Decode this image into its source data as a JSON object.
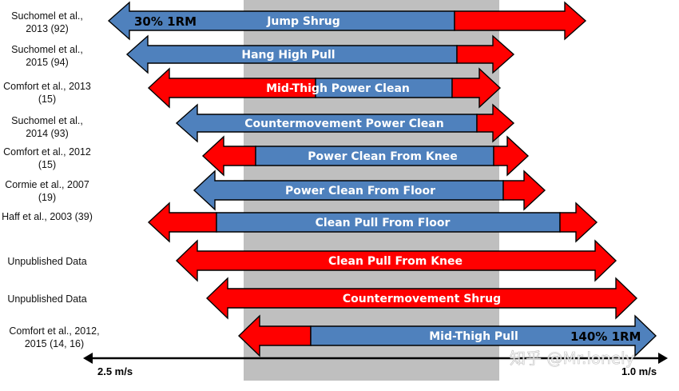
{
  "diagram": {
    "colors": {
      "blue": "#4f81bd",
      "red": "#ff0000",
      "band": "#bfbfbf",
      "outline": "#000000",
      "text_on_bar": "#ffffff"
    },
    "axis": {
      "left_label": "2.5 m/s",
      "right_label": "1.0 m/s"
    },
    "rows": [
      {
        "ref": "Suchomel et al., 2013 (92)",
        "exercise": "Jump Shrug",
        "note_left": "30% 1RM"
      },
      {
        "ref": "Suchomel et al., 2015 (94)",
        "exercise": "Hang High Pull"
      },
      {
        "ref": "Comfort et al., 2013 (15)",
        "exercise": "Mid-Thigh Power Clean"
      },
      {
        "ref": "Suchomel et al., 2014 (93)",
        "exercise": "Countermovement Power Clean"
      },
      {
        "ref": "Comfort et al., 2012 (15)",
        "exercise": "Power Clean From Knee"
      },
      {
        "ref": "Cormie et al., 2007 (19)",
        "exercise": "Power Clean From Floor"
      },
      {
        "ref": "Haff et al., 2003 (39)",
        "exercise": "Clean Pull From Floor"
      },
      {
        "ref": "Unpublished Data",
        "exercise": "Clean Pull From Knee"
      },
      {
        "ref": "Unpublished Data",
        "exercise": "Countermovement Shrug"
      },
      {
        "ref": "Comfort et al., 2012, 2015 (14, 16)",
        "exercise": "Mid-Thigh Pull",
        "note_right": "140% 1RM"
      }
    ],
    "watermark": "知乎 @Mr.lonely"
  }
}
